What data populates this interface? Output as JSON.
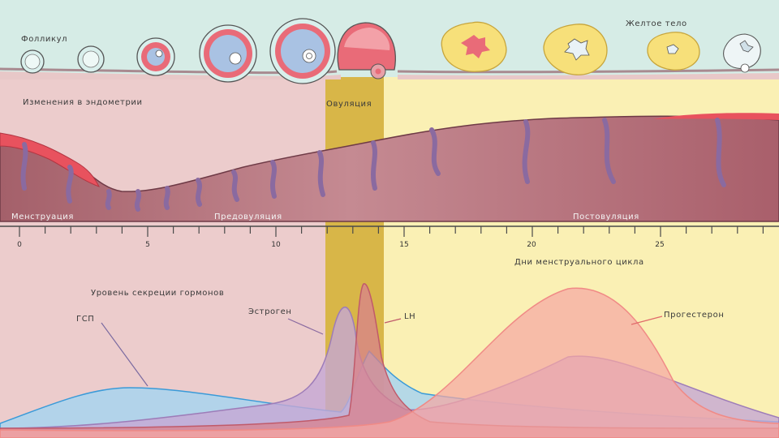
{
  "labels": {
    "follicle": "Фолликул",
    "corpus_luteum": "Желтое тело",
    "endometrium_changes": "Изменения в эндометрии",
    "ovulation": "Овуляция",
    "menstruation": "Менструация",
    "preovulation": "Предовуляция",
    "postovulation": "Постовуляция",
    "cycle_days": "Дни менструального цикла",
    "hormone_level": "Уровень секреции гормонов",
    "fsh": "ГСП",
    "estrogen": "Эстроген",
    "lh": "LH",
    "progesterone": "Прогестерон"
  },
  "axis": {
    "ticks": [
      "0",
      "5",
      "10",
      "15",
      "20",
      "25"
    ]
  },
  "colors": {
    "ovary_band": "#d6ece6",
    "endo_pink": "#eccccc",
    "ovulation_band": "#d8b648",
    "post_yellow": "#faf0b4",
    "tissue": "#b56f78",
    "gland": "#8a6aa0",
    "blood": "#e8525e",
    "fsh": "#3a9ad8",
    "estrogen": "#9d7cb8",
    "lh": "#c05a6a",
    "progesterone": "#f08a86"
  }
}
